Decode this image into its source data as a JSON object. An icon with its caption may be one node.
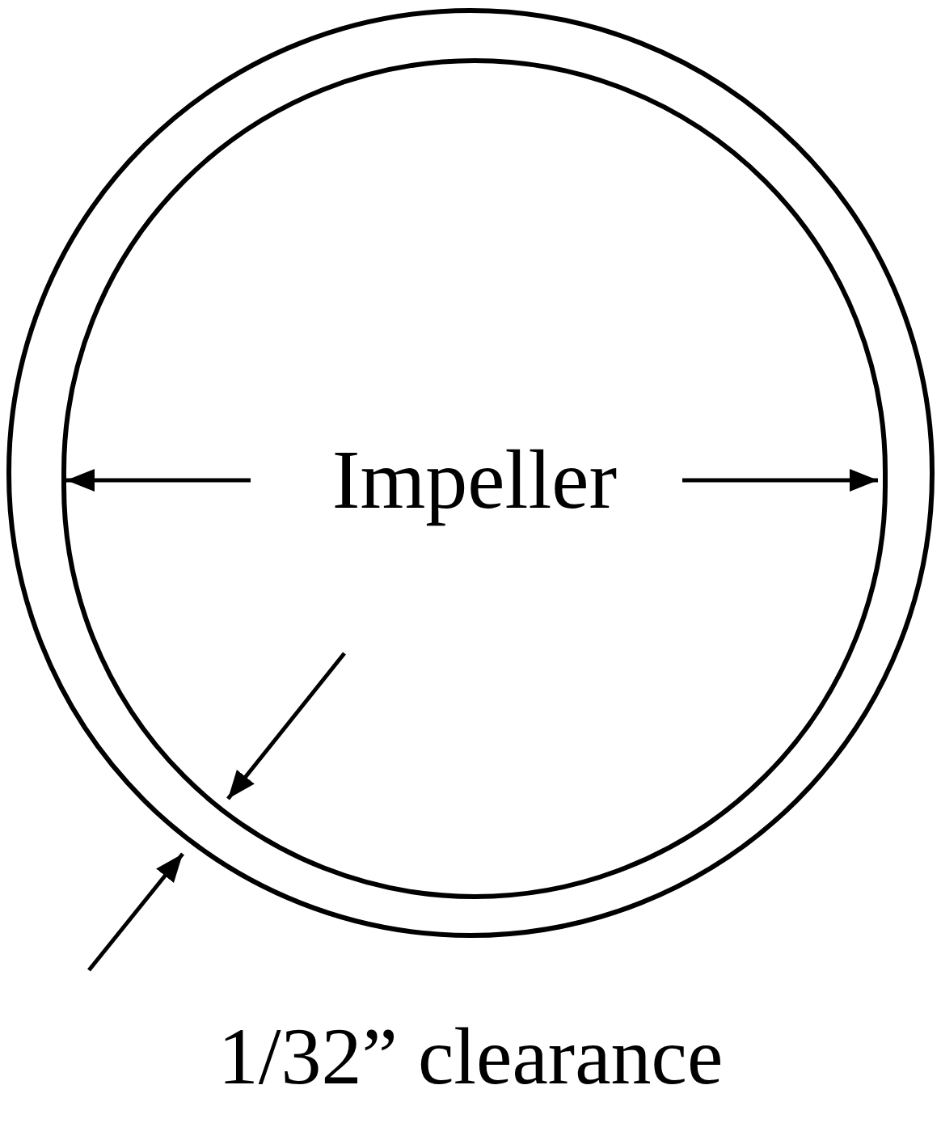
{
  "diagram": {
    "nodes": [
      {
        "text": [],
        "shape": "circle"
      },
      {
        "text": [
          "Impeller"
        ],
        "in": 0
      }
    ],
    "labels": [
      "1/32” clearance"
    ]
  }
}
